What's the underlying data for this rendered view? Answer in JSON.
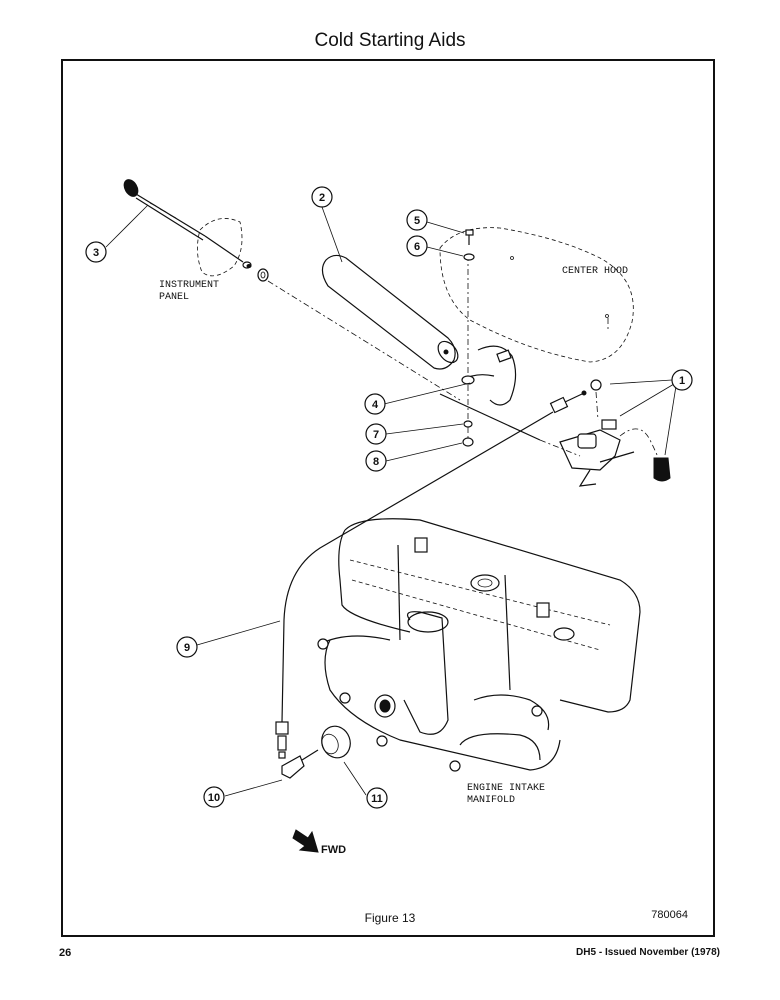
{
  "header": {
    "title": "Cold Starting Aids"
  },
  "labels": {
    "instrument_panel_1": "INSTRUMENT",
    "instrument_panel_2": "PANEL",
    "center_hood": "CENTER HOOD",
    "engine_1": "ENGINE INTAKE",
    "engine_2": "MANIFOLD",
    "fwd": "FWD"
  },
  "callouts": [
    "1",
    "2",
    "3",
    "4",
    "5",
    "6",
    "7",
    "8",
    "9",
    "10",
    "11"
  ],
  "footer": {
    "caption": "Figure 13",
    "figure_id": "780064",
    "page_number": "26",
    "issue": "DH5 - Issued November (1978)"
  }
}
